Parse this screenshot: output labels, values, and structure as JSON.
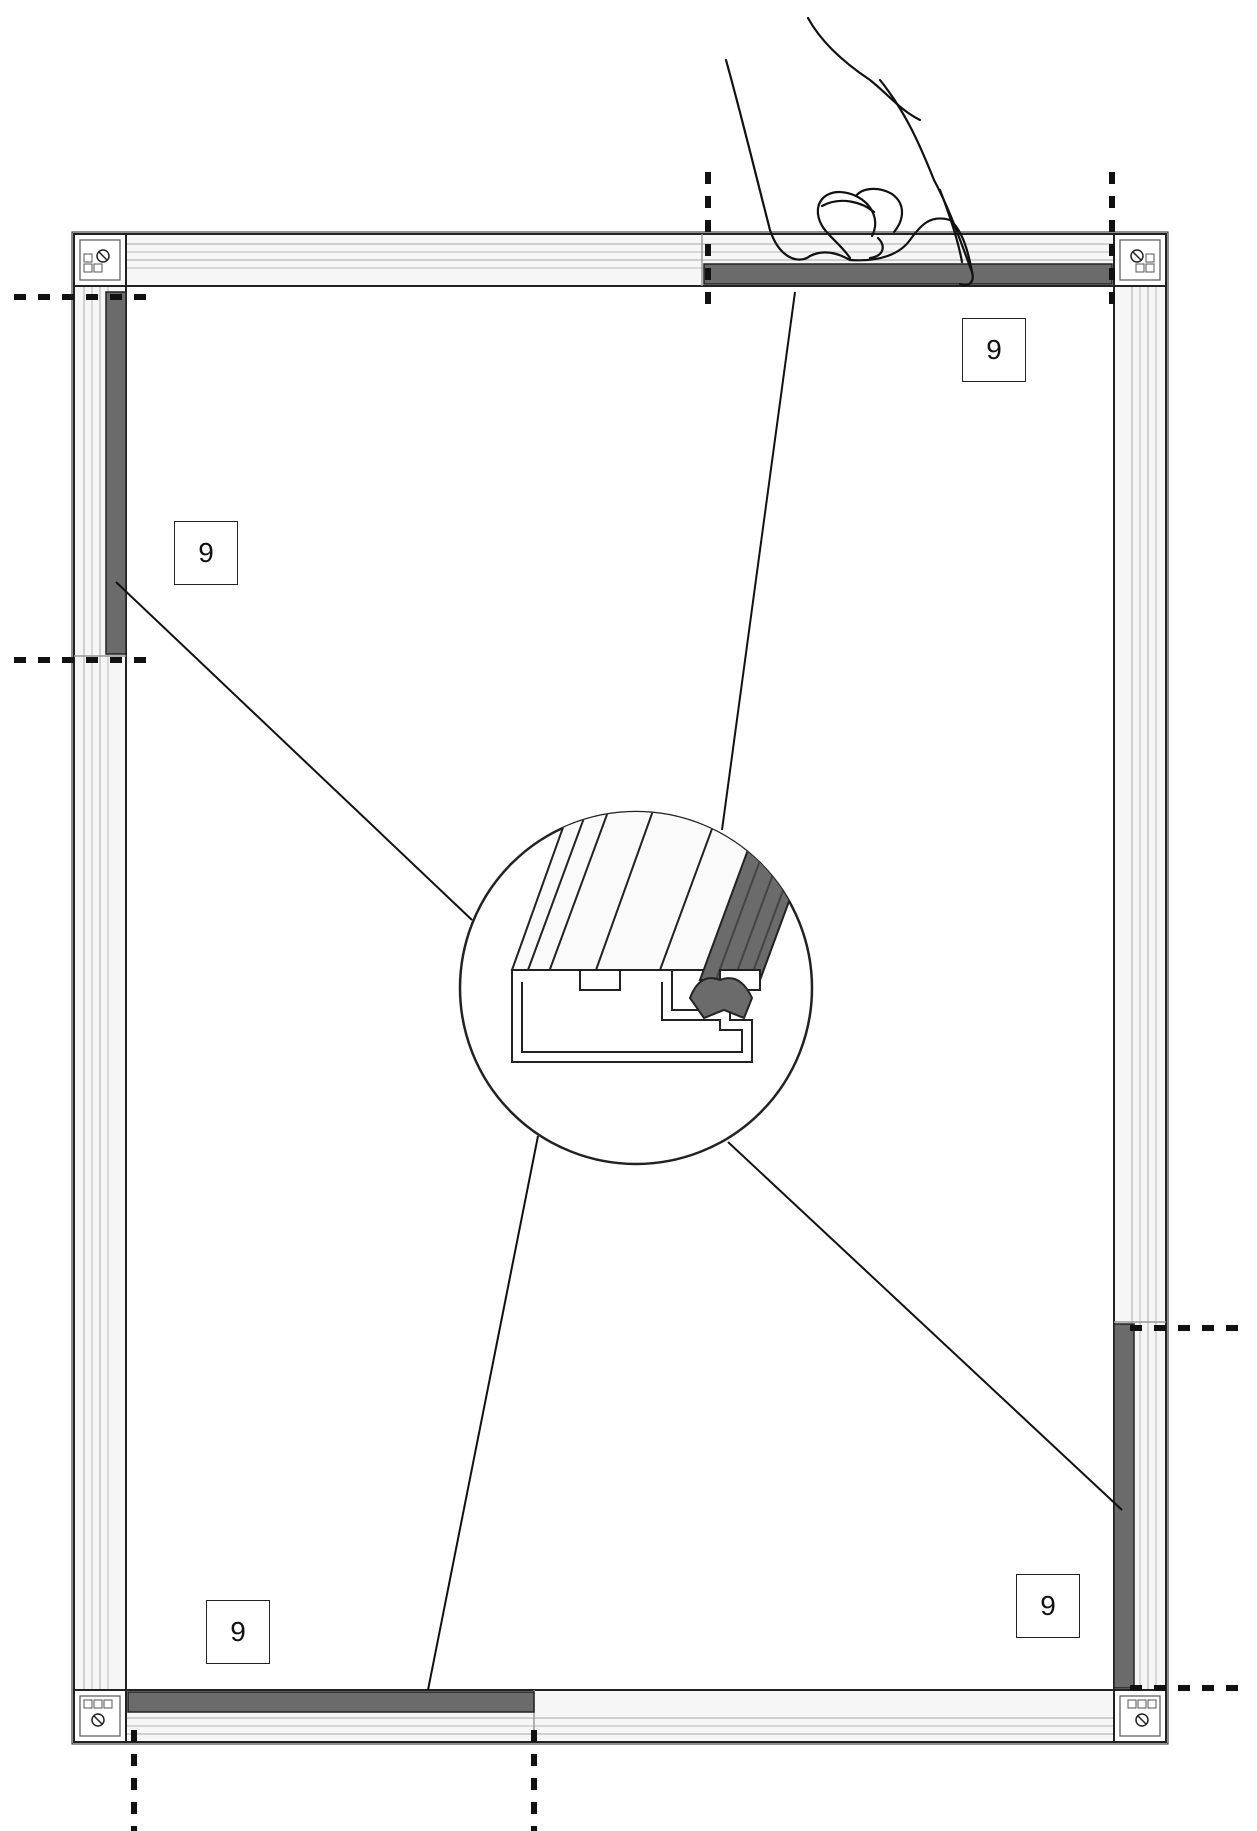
{
  "diagram": {
    "step_labels": [
      "9",
      "9",
      "9",
      "9"
    ],
    "colors": {
      "line": "#1a1a1a",
      "profile": "#f4f4f4",
      "profile_lines": "#9a9a9a",
      "gasket": "#6b6b6b",
      "background": "#ffffff"
    },
    "icons": [
      "hand-pointer-icon",
      "corner-connector-icon",
      "profile-cross-section-icon"
    ]
  }
}
